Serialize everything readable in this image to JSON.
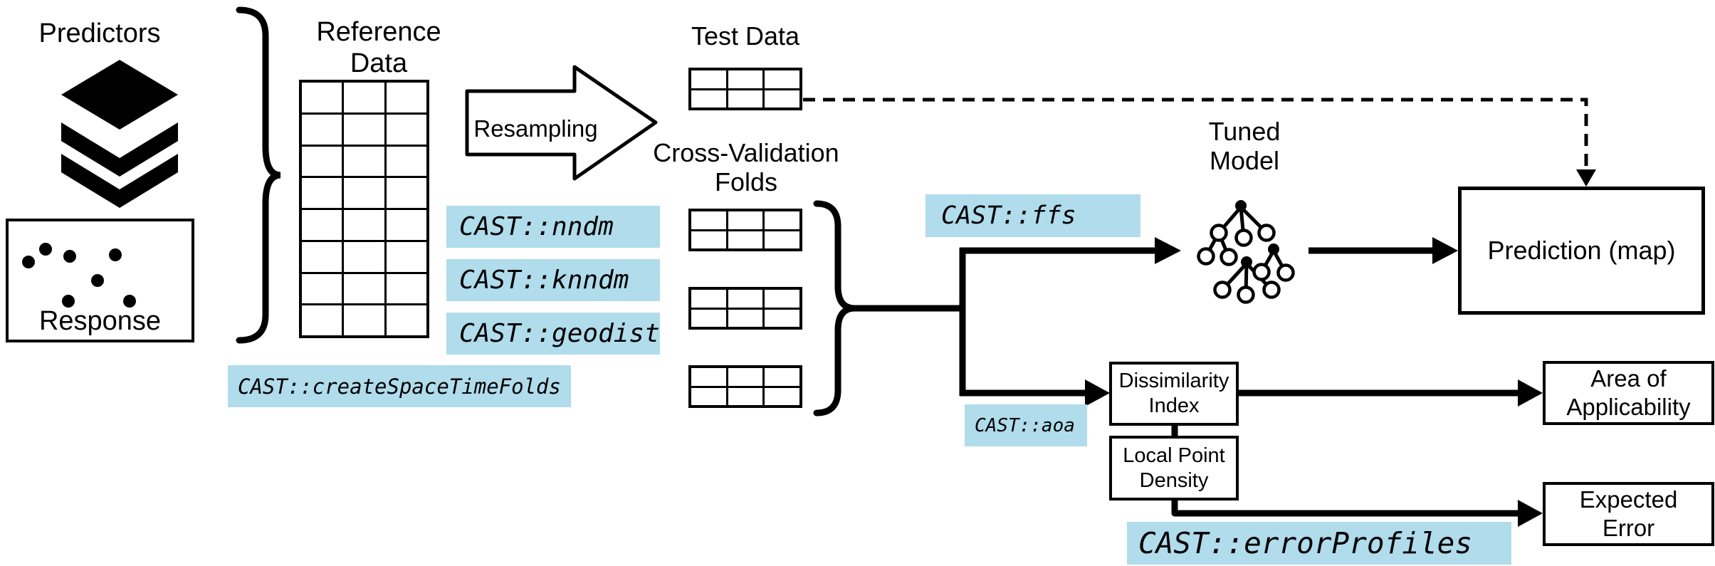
{
  "colors": {
    "highlight_bg": "#b0dcec",
    "line": "#000000",
    "background": "#ffffff"
  },
  "left_inputs": {
    "predictors_label": "Predictors",
    "response_label": "Response"
  },
  "reference": {
    "label": "Reference Data"
  },
  "resampling": {
    "label": "Resampling"
  },
  "test_data": {
    "label": "Test Data"
  },
  "cross_validation": {
    "label_line1": "Cross-Validation",
    "label_line2": "Folds"
  },
  "functions": {
    "nndm": "CAST::nndm",
    "knndm": "CAST::knndm",
    "geodist": "CAST::geodist",
    "create_space_time_folds": "CAST::createSpaceTimeFolds",
    "ffs": "CAST::ffs",
    "aoa": "CAST::aoa",
    "error_profiles": "CAST::errorProfiles"
  },
  "model": {
    "label_line1": "Tuned",
    "label_line2": "Model"
  },
  "outputs": {
    "prediction_label": "Prediction (map)",
    "dissimilarity_line1": "Dissimilarity",
    "dissimilarity_line2": "Index",
    "local_point_density_line1": "Local Point",
    "local_point_density_line2": "Density",
    "area_of_applicability_line1": "Area of",
    "area_of_applicability_line2": "Applicability",
    "expected_error_line1": "Expected",
    "expected_error_line2": "Error"
  },
  "tables": {
    "reference": {
      "cols": 3,
      "rows": 8
    },
    "test": {
      "cols": 3,
      "rows": 2
    },
    "fold": {
      "cols": 3,
      "rows": 2
    }
  }
}
